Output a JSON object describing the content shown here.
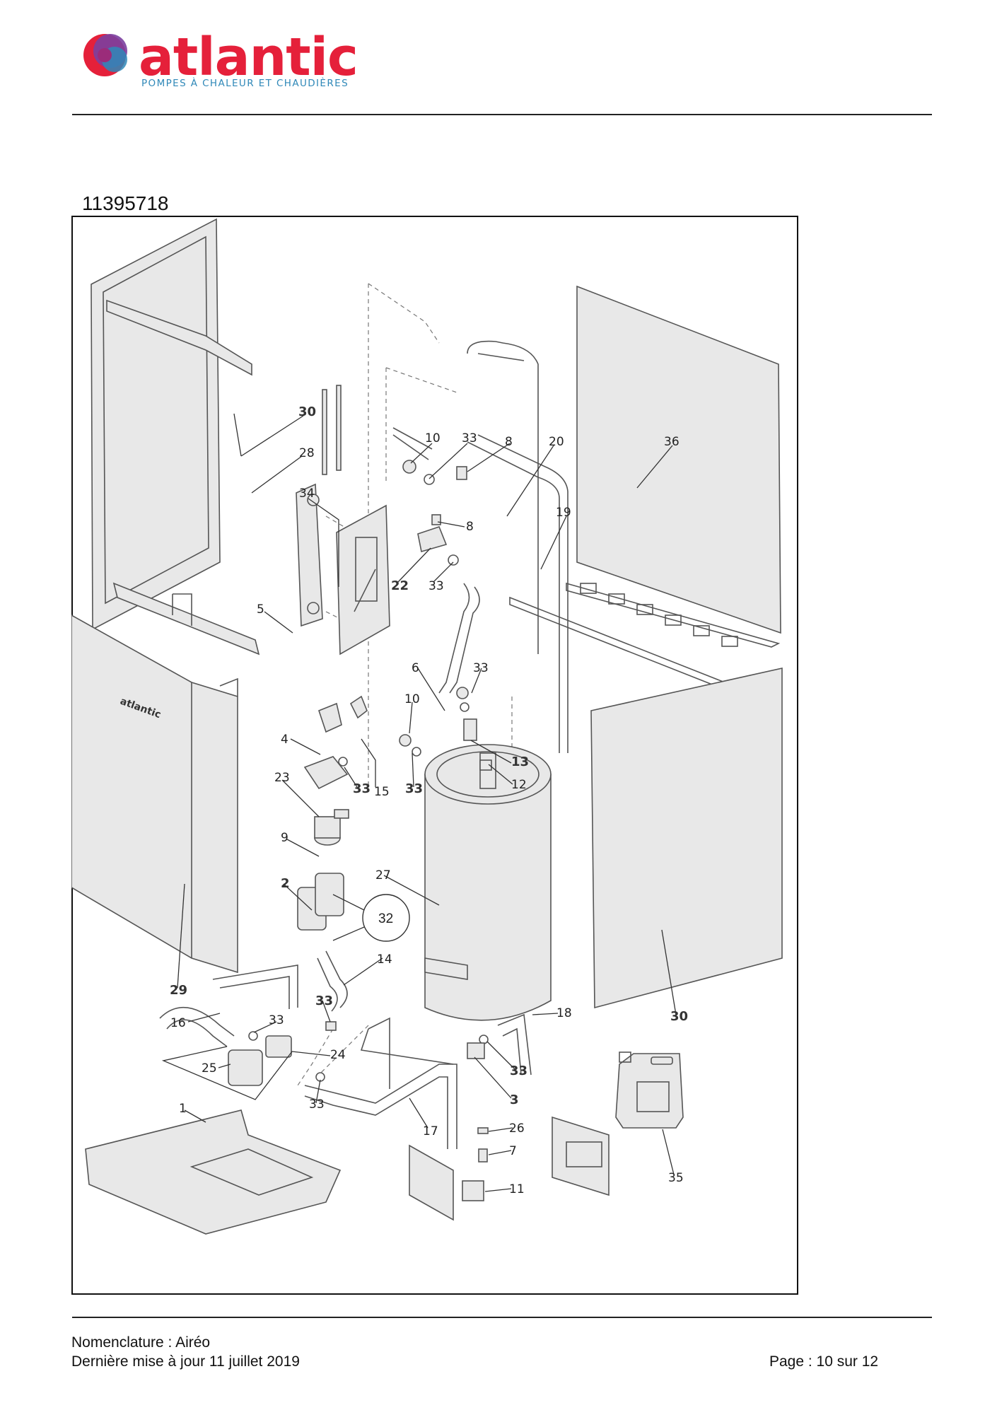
{
  "header": {
    "brand_name": "atlantic",
    "brand_tagline": "POMPES À CHALEUR ET CHAUDIÈRES",
    "colors": {
      "brand_red": "#e5203a",
      "brand_blue": "#2f88b8",
      "logo_purple": "#7b3fa0"
    }
  },
  "document": {
    "reference": "11395718"
  },
  "diagram": {
    "callouts": [
      {
        "id": "c30a",
        "label": "30"
      },
      {
        "id": "c28",
        "label": "28"
      },
      {
        "id": "c34",
        "label": "34"
      },
      {
        "id": "c10a",
        "label": "10"
      },
      {
        "id": "c33a",
        "label": "33"
      },
      {
        "id": "c8a",
        "label": "8"
      },
      {
        "id": "c20",
        "label": "20"
      },
      {
        "id": "c36",
        "label": "36"
      },
      {
        "id": "c19",
        "label": "19"
      },
      {
        "id": "c8b",
        "label": "8"
      },
      {
        "id": "c22",
        "label": "22"
      },
      {
        "id": "c33b",
        "label": "33"
      },
      {
        "id": "c5",
        "label": "5"
      },
      {
        "id": "c6",
        "label": "6"
      },
      {
        "id": "c33c",
        "label": "33"
      },
      {
        "id": "c10b",
        "label": "10"
      },
      {
        "id": "c4",
        "label": "4"
      },
      {
        "id": "c13",
        "label": "13"
      },
      {
        "id": "c23",
        "label": "23"
      },
      {
        "id": "c33d",
        "label": "33"
      },
      {
        "id": "c15",
        "label": "15"
      },
      {
        "id": "c33e",
        "label": "33"
      },
      {
        "id": "c12",
        "label": "12"
      },
      {
        "id": "c9",
        "label": "9"
      },
      {
        "id": "c27",
        "label": "27"
      },
      {
        "id": "c2",
        "label": "2"
      },
      {
        "id": "c32",
        "label": "32"
      },
      {
        "id": "c14",
        "label": "14"
      },
      {
        "id": "c29",
        "label": "29"
      },
      {
        "id": "c33f",
        "label": "33"
      },
      {
        "id": "c16",
        "label": "16"
      },
      {
        "id": "c33g",
        "label": "33"
      },
      {
        "id": "c18",
        "label": "18"
      },
      {
        "id": "c30b",
        "label": "30"
      },
      {
        "id": "c24",
        "label": "24"
      },
      {
        "id": "c25",
        "label": "25"
      },
      {
        "id": "c33h",
        "label": "33"
      },
      {
        "id": "c33i",
        "label": "33"
      },
      {
        "id": "c3",
        "label": "3"
      },
      {
        "id": "c1",
        "label": "1"
      },
      {
        "id": "c17",
        "label": "17"
      },
      {
        "id": "c26",
        "label": "26"
      },
      {
        "id": "c7",
        "label": "7"
      },
      {
        "id": "c11",
        "label": "11"
      },
      {
        "id": "c35",
        "label": "35"
      }
    ],
    "panel_brand_text": "atlantic"
  },
  "footer": {
    "nomenclature": "Nomenclature : Airéo",
    "updated": "Dernière mise à jour 11 juillet 2019",
    "page": "Page : 10 sur 12"
  }
}
